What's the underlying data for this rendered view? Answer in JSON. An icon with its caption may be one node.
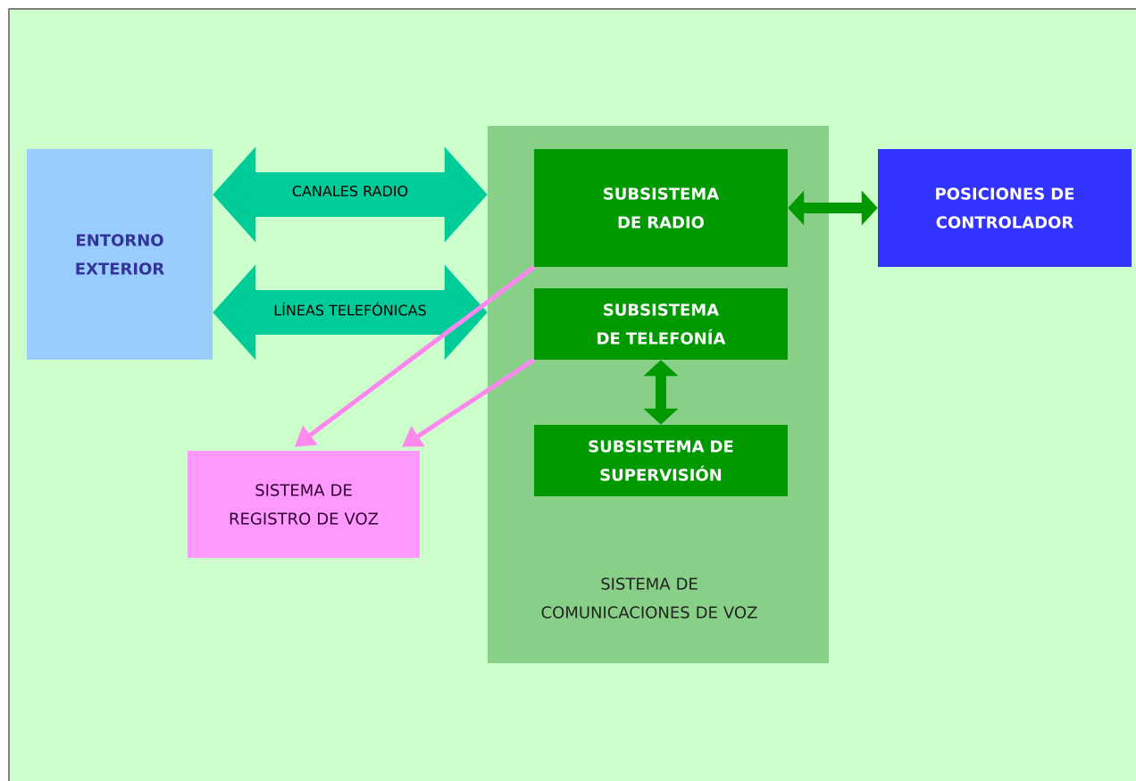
{
  "diagram": {
    "nodes": [
      {
        "text": [
          "ENTORNO EXTERIOR"
        ]
      },
      {
        "text": [
          "SISTEMA DE COMUNICACIONES DE VOZ"
        ]
      },
      {
        "text": [
          "SUBSISTEMA DE RADIO"
        ],
        "in": 1
      },
      {
        "text": [
          "SUBSISTEMA DE TELEFONÍA"
        ],
        "in": 1
      },
      {
        "text": [
          "SUBSISTEMA DE SUPERVISIÓN"
        ],
        "in": 1
      },
      {
        "text": [
          "POSICIONES DE CONTROLADOR"
        ]
      },
      {
        "text": [
          "SISTEMA DE REGISTRO DE VOZ"
        ]
      }
    ],
    "edges": [
      {
        "from": 0,
        "to": 1,
        "arrow": "both",
        "label": "CANALES RADIO",
        "style": "thick",
        "color": "#00cc99"
      },
      {
        "from": 0,
        "to": 1,
        "arrow": "both",
        "label": "LÍNEAS TELEFÓNICAS",
        "style": "thick",
        "color": "#00cc99"
      },
      {
        "from": 2,
        "to": 5,
        "arrow": "both",
        "color": "#009900"
      },
      {
        "from": 3,
        "to": 4,
        "arrow": "both",
        "color": "#009900"
      },
      {
        "from": 2,
        "to": 6,
        "arrow": "to",
        "color": "#ff88ee"
      },
      {
        "from": 3,
        "to": 6,
        "arrow": "to",
        "color": "#ff88ee"
      }
    ]
  }
}
